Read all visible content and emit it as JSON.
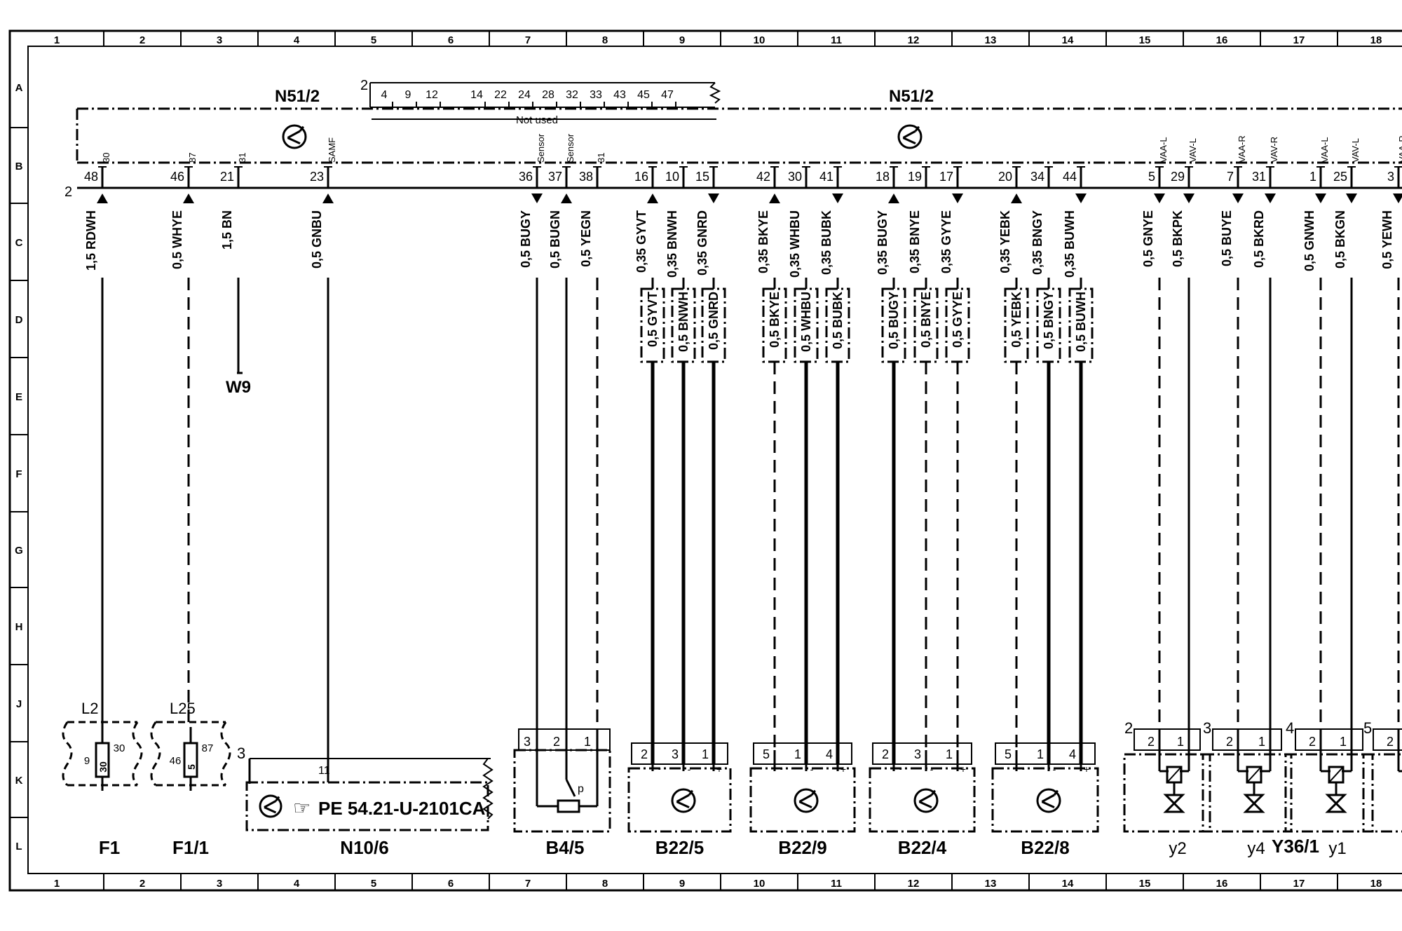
{
  "border": {
    "columns": [
      "1",
      "2",
      "3",
      "4",
      "5",
      "6",
      "7",
      "8",
      "9",
      "10",
      "11",
      "12",
      "13",
      "14",
      "15",
      "16",
      "17",
      "18"
    ],
    "rows": [
      "A",
      "B",
      "C",
      "D",
      "E",
      "F",
      "G",
      "H",
      "J",
      "K",
      "L"
    ]
  },
  "module": {
    "name_left": "N51/2",
    "name_right": "N51/2",
    "connector_no": "2",
    "unused_connector_no": "2",
    "unused_pins": [
      "4",
      "9",
      "12",
      "14",
      "22",
      "24",
      "28",
      "32",
      "33",
      "43",
      "45",
      "47"
    ],
    "unused_label": "Not used"
  },
  "wires": [
    {
      "pin": "48",
      "signal": "30",
      "spec": "1,5 RDWH",
      "dir": "up"
    },
    {
      "pin": "46",
      "signal": "87",
      "spec": "0,5 WHYE",
      "dir": "up"
    },
    {
      "pin": "21",
      "signal": "31",
      "spec": "1,5 BN",
      "dir": "none"
    },
    {
      "pin": "23",
      "signal": "SAMF",
      "spec": "0,5 GNBU",
      "dir": "up"
    },
    {
      "pin": "36",
      "signal": "Sensor",
      "spec": "0,5 BUGY",
      "dir": "down"
    },
    {
      "pin": "37",
      "signal": "Sensor",
      "spec": "0,5 BUGN",
      "dir": "up"
    },
    {
      "pin": "38",
      "signal": "31",
      "spec": "0,5 YEGN",
      "dir": "none"
    },
    {
      "pin": "16",
      "signal": "",
      "spec": "0,35 GYVT",
      "dir": "up",
      "alt": "0,5 GYVT"
    },
    {
      "pin": "10",
      "signal": "",
      "spec": "0,35 BNWH",
      "dir": "none",
      "alt": "0,5 BNWH"
    },
    {
      "pin": "15",
      "signal": "",
      "spec": "0,35 GNRD",
      "dir": "down",
      "alt": "0,5 GNRD"
    },
    {
      "pin": "42",
      "signal": "",
      "spec": "0,35 BKYE",
      "dir": "up",
      "alt": "0,5 BKYE"
    },
    {
      "pin": "30",
      "signal": "",
      "spec": "0,35 WHBU",
      "dir": "none",
      "alt": "0,5 WHBU"
    },
    {
      "pin": "41",
      "signal": "",
      "spec": "0,35 BUBK",
      "dir": "down",
      "alt": "0,5 BUBK"
    },
    {
      "pin": "18",
      "signal": "",
      "spec": "0,35 BUGY",
      "dir": "up",
      "alt": "0,5 BUGY"
    },
    {
      "pin": "19",
      "signal": "",
      "spec": "0,35 BNYE",
      "dir": "none",
      "alt": "0,5 BNYE"
    },
    {
      "pin": "17",
      "signal": "",
      "spec": "0,35 GYYE",
      "dir": "down",
      "alt": "0,5 GYYE"
    },
    {
      "pin": "20",
      "signal": "",
      "spec": "0,35 YEBK",
      "dir": "up",
      "alt": "0,5 YEBK"
    },
    {
      "pin": "34",
      "signal": "",
      "spec": "0,35 BNGY",
      "dir": "none",
      "alt": "0,5 BNGY"
    },
    {
      "pin": "44",
      "signal": "",
      "spec": "0,35 BUWH",
      "dir": "down",
      "alt": "0,5 BUWH"
    },
    {
      "pin": "5",
      "signal": "VAA-L",
      "spec": "0,5 GNYE",
      "dir": "down"
    },
    {
      "pin": "29",
      "signal": "VAV-L",
      "spec": "0,5 BKPK",
      "dir": "down"
    },
    {
      "pin": "7",
      "signal": "VAA-R",
      "spec": "0,5 BUYE",
      "dir": "down"
    },
    {
      "pin": "31",
      "signal": "VAV-R",
      "spec": "0,5 BKRD",
      "dir": "down"
    },
    {
      "pin": "1",
      "signal": "VAA-L",
      "spec": "0,5 GNWH",
      "dir": "down"
    },
    {
      "pin": "25",
      "signal": "VAV-L",
      "spec": "0,5 BKGN",
      "dir": "down"
    },
    {
      "pin": "3",
      "signal": "VAA-R",
      "spec": "0,5 YEWH",
      "dir": "down"
    }
  ],
  "ground": "W9",
  "components": {
    "F1": {
      "name": "F1",
      "fuse_label": "L2",
      "fuse": "30",
      "pin_left": "9",
      "pin_right": "30"
    },
    "F1_1": {
      "name": "F1/1",
      "fuse_label": "L25",
      "fuse": "5",
      "pin_left": "46",
      "pin_right": "87"
    },
    "N10_6": {
      "name": "N10/6",
      "connector": "3",
      "pin": "11",
      "ref_text": "PE  54.21-U-2101CA"
    },
    "B4_5": {
      "name": "B4/5",
      "pins": [
        "3",
        "2",
        "1"
      ],
      "marker": "p"
    },
    "B22_5": {
      "name": "B22/5",
      "pins": [
        "2",
        "3",
        "1"
      ]
    },
    "B22_9": {
      "name": "B22/9",
      "pins": [
        "5",
        "1",
        "4"
      ]
    },
    "B22_4": {
      "name": "B22/4",
      "pins": [
        "2",
        "3",
        "1"
      ]
    },
    "B22_8": {
      "name": "B22/8",
      "pins": [
        "5",
        "1",
        "4"
      ]
    },
    "Y36_1": {
      "name": "Y36/1",
      "valves": [
        {
          "connector": "2",
          "pins": [
            "2",
            "1"
          ],
          "name": "y2"
        },
        {
          "connector": "3",
          "pins": [
            "2",
            "1"
          ],
          "name": "y4"
        },
        {
          "connector": "4",
          "pins": [
            "2",
            "1"
          ],
          "name": "y1"
        },
        {
          "connector": "5",
          "pins": [
            "2"
          ],
          "name": ""
        }
      ]
    }
  }
}
